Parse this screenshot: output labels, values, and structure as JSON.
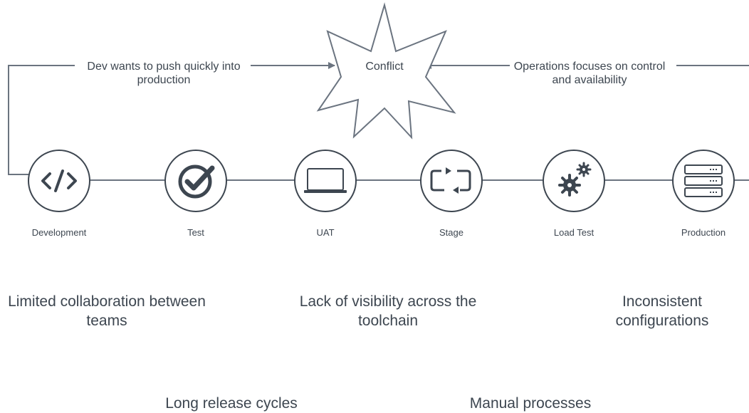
{
  "flow": {
    "left_note": "Dev wants to push quickly into production",
    "conflict": "Conflict",
    "right_note": "Operations focuses on control and availability"
  },
  "stages": [
    {
      "label": "Development",
      "icon": "code-icon"
    },
    {
      "label": "Test",
      "icon": "checkmark-icon"
    },
    {
      "label": "UAT",
      "icon": "laptop-icon"
    },
    {
      "label": "Stage",
      "icon": "cycle-arrows-icon"
    },
    {
      "label": "Load Test",
      "icon": "gears-icon"
    },
    {
      "label": "Production",
      "icon": "server-icon"
    }
  ],
  "challenges": [
    "Limited collaboration between teams",
    "Lack of visibility across the toolchain",
    "Inconsistent configurations",
    "Long release cycles",
    "Manual processes"
  ],
  "colors": {
    "line": "#6b7480",
    "icon": "#3d4650",
    "text": "#3d4650"
  }
}
